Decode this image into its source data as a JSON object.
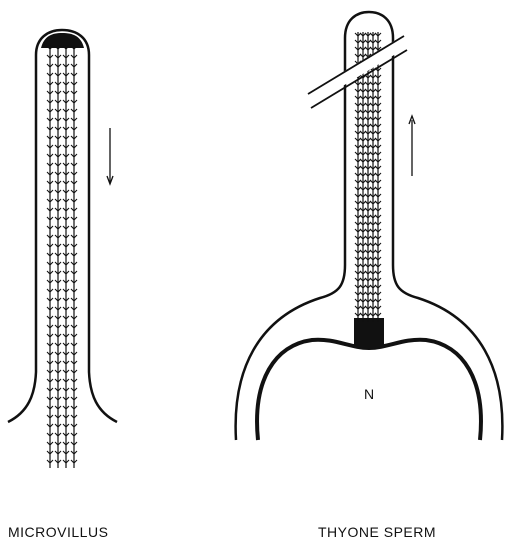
{
  "captions": {
    "left": "MICROVILLUS",
    "right": "THYONE SPERM"
  },
  "labels": {
    "nucleus": "N"
  },
  "colors": {
    "ink": "#111111",
    "background": "#ffffff"
  }
}
